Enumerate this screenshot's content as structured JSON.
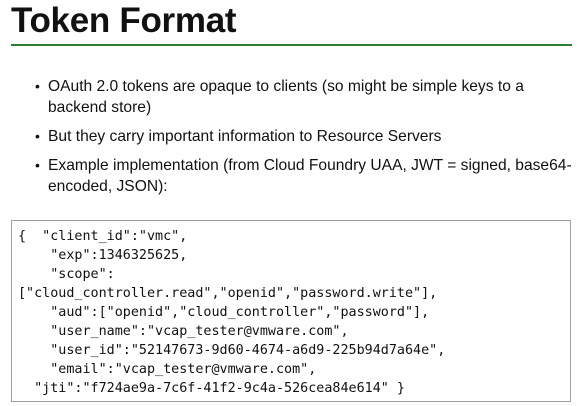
{
  "title": "Token Format",
  "bullets": [
    "OAuth 2.0 tokens are opaque to clients (so might be simple keys to a backend store)",
    "But they carry important information to Resource Servers",
    "Example implementation (from Cloud Foundry UAA, JWT = signed, base64-encoded, JSON):"
  ],
  "code_lines": [
    "{  \"client_id\":\"vmc\",",
    "    \"exp\":1346325625,",
    "    \"scope\":",
    "[\"cloud_controller.read\",\"openid\",\"password.write\"],",
    "    \"aud\":[\"openid\",\"cloud_controller\",\"password\"],",
    "    \"user_name\":\"vcap_tester@vmware.com\",",
    "    \"user_id\":\"52147673-9d60-4674-a6d9-225b94d7a64e\",",
    "    \"email\":\"vcap_tester@vmware.com\",",
    "  \"jti\":\"f724ae9a-7c6f-41f2-9c4a-526cea84e614\" }"
  ]
}
